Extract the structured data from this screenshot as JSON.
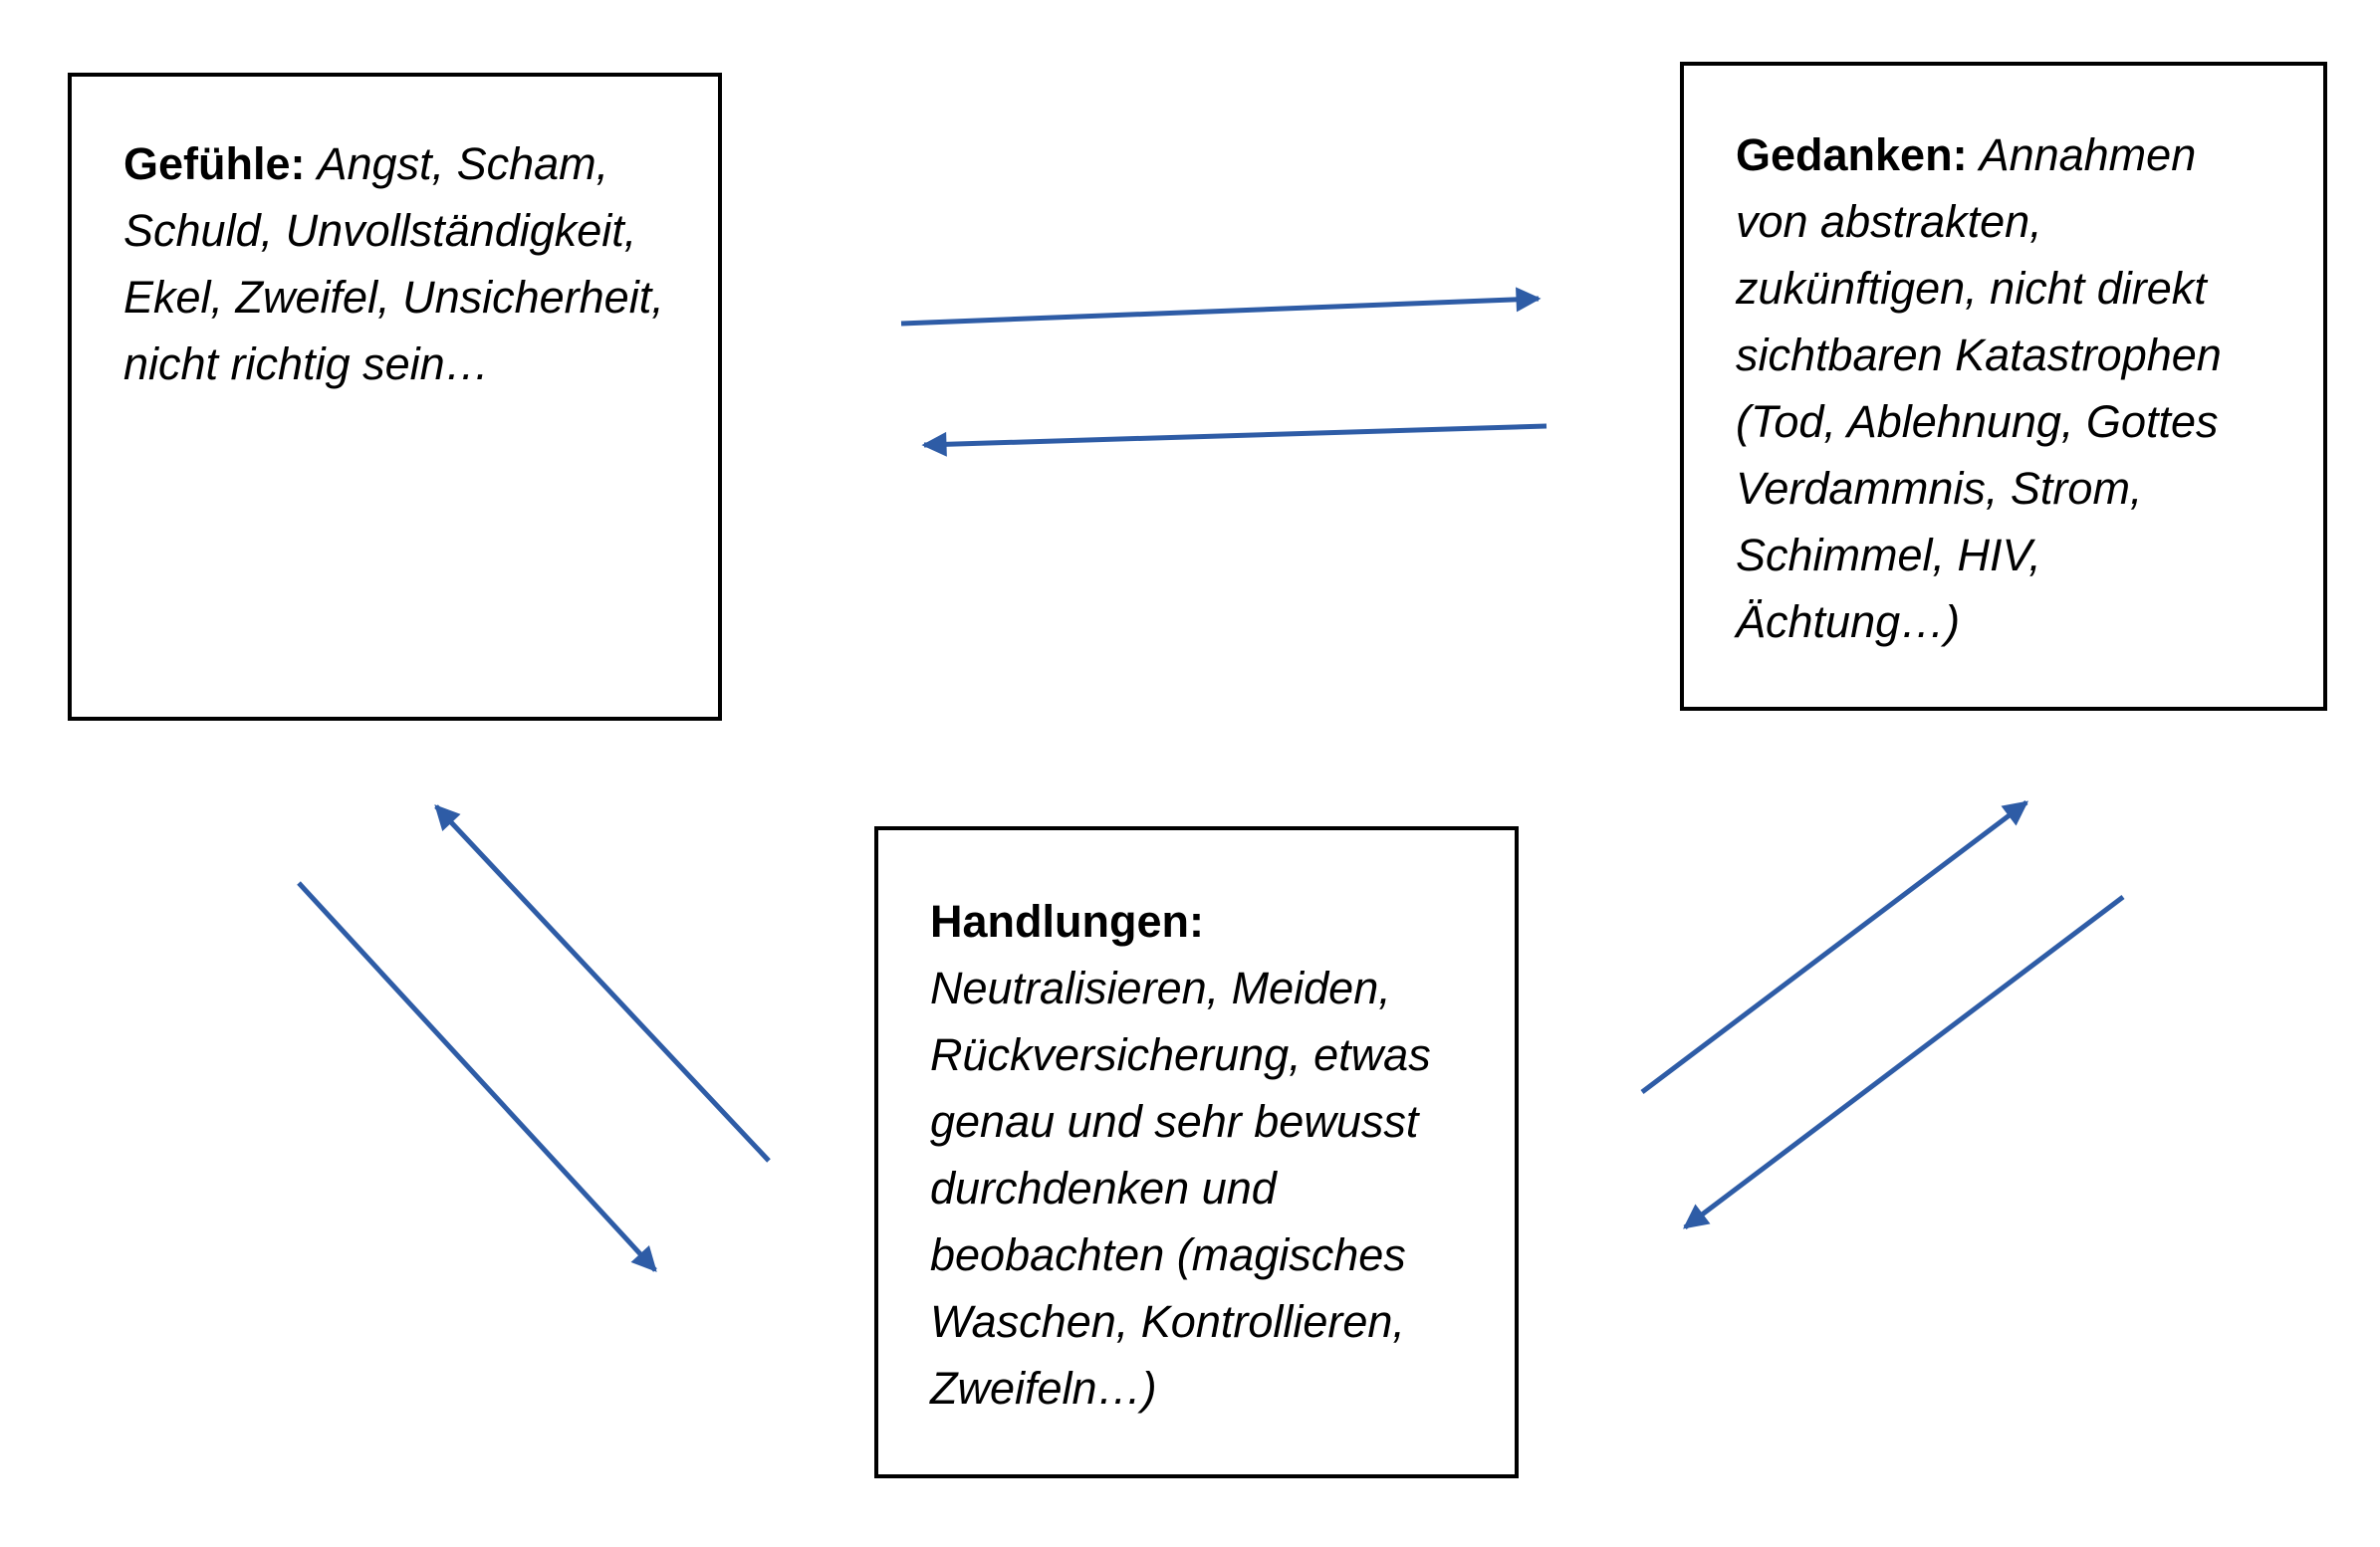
{
  "colors": {
    "arrow": "#2E5CA6",
    "box_border": "#000000",
    "background": "#FFFFFF",
    "text": "#000000"
  },
  "boxes": {
    "gefuehle": {
      "title": "Gefühle:",
      "body": "Angst, Scham, Schuld, Unvollständigkeit, Ekel, Zweifel, Unsicherheit, nicht richtig sein…"
    },
    "gedanken": {
      "title": "Gedanken:",
      "body": "Annahmen von abstrakten, zukünftigen, nicht direkt sichtbaren Katastrophen (Tod, Ablehnung, Gottes Verdammnis, Strom, Schimmel, HIV, Ächtung…)"
    },
    "handlungen": {
      "title": "Handlungen:",
      "body": "Neutralisieren, Meiden, Rückversicherung, etwas genau und sehr bewusst durchdenken und beobachten (magisches Waschen, Kontrollieren, Zweifeln…)"
    }
  },
  "arrows": [
    {
      "from": "Gefühle",
      "to": "Gedanken",
      "direction": "right"
    },
    {
      "from": "Gedanken",
      "to": "Gefühle",
      "direction": "left"
    },
    {
      "from": "Handlungen",
      "to": "Gefühle",
      "direction": "up-left"
    },
    {
      "from": "Gefühle",
      "to": "Handlungen",
      "direction": "down-right"
    },
    {
      "from": "Handlungen",
      "to": "Gedanken",
      "direction": "up-right"
    },
    {
      "from": "Gedanken",
      "to": "Handlungen",
      "direction": "down-left"
    }
  ]
}
